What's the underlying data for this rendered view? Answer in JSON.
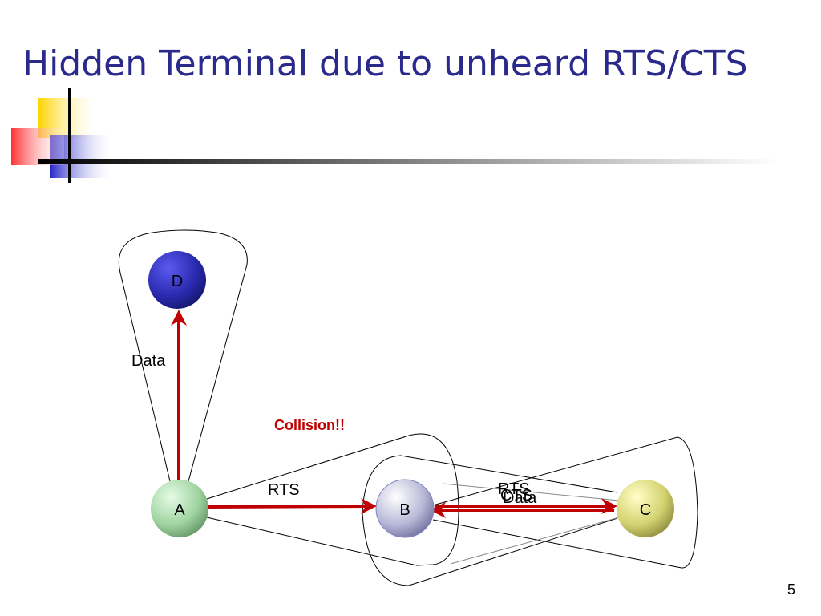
{
  "slide": {
    "title": "Hidden Terminal due to unheard RTS/CTS",
    "page_number": "5"
  },
  "colors": {
    "title": "#2a2a8c",
    "arrow": "#c00000",
    "deco_yellow": "#ffd400",
    "deco_red": "#ff3030",
    "deco_blue": "#2626c8"
  },
  "nodes": {
    "a": {
      "label": "A",
      "color": "#9fd4a0"
    },
    "b": {
      "label": "B",
      "color": "#9a9ac8"
    },
    "c": {
      "label": "C",
      "color": "#d4d270"
    },
    "d": {
      "label": "D",
      "color": "#2a2ab0"
    }
  },
  "edges": {
    "a_to_d": {
      "label": "Data"
    },
    "a_to_b": {
      "label": "RTS"
    },
    "c_to_b_rts": {
      "label": "RTS"
    },
    "c_to_b_cts": {
      "label": "CTS"
    },
    "c_to_b_data": {
      "label": "Data"
    }
  },
  "annotations": {
    "collision": "Collision!!"
  }
}
